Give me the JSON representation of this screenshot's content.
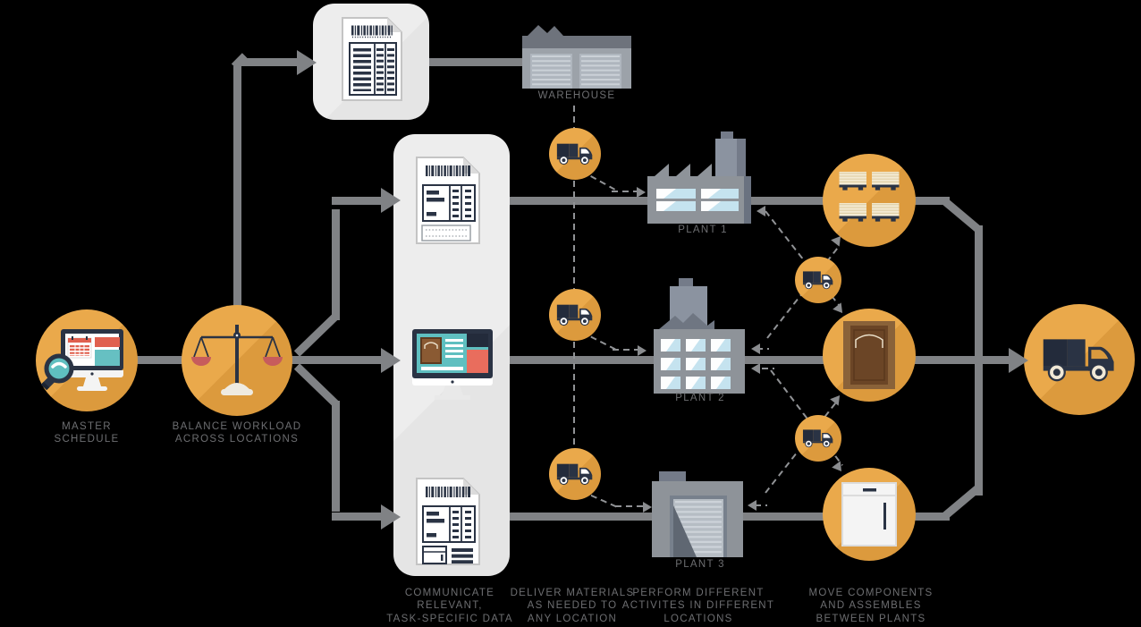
{
  "labels": {
    "master_schedule": "MASTER\nSCHEDULE",
    "balance_workload": "BALANCE WORKLOAD\nACROSS LOCATIONS",
    "warehouse": "WAREHOUSE",
    "plant_1": "PLANT 1",
    "plant_2": "PLANT 2",
    "plant_3": "PLANT 3",
    "communicate": "COMMUNICATE\nRELEVANT,\nTASK-SPECIFIC DATA",
    "deliver": "DELIVER MATERIALS\nAS NEEDED TO\nANY LOCATION",
    "perform": "PERFORM DIFFERENT\nACTIVITES IN DIFFERENT\nLOCATIONS",
    "move": "MOVE COMPONENTS\nAND ASSEMBLES\nBETWEEN PLANTS"
  },
  "icons": {
    "master_schedule": "monitor-magnifier-icon",
    "balance_workload": "balance-scale-icon",
    "top_document": "inventory-document-icon",
    "warehouse": "warehouse-building-icon",
    "task_document_top": "task-document-icon",
    "communication_monitor": "product-monitor-icon",
    "task_document_bottom": "task-document-icon",
    "delivery_trucks": "truck-icon",
    "plant_1": "factory-sawtooth-icon",
    "plant_2": "factory-tower-icon",
    "plant_3": "factory-garage-icon",
    "pallets": "pallet-stacks-icon",
    "cabinet": "cabinet-door-icon",
    "appliance": "appliance-icon",
    "transfer_trucks": "truck-icon",
    "outbound_truck": "truck-icon"
  },
  "colors": {
    "background": "#000000",
    "accent_orange": "#E9A848",
    "accent_orange_shadow": "#DC9A3D",
    "navy": "#2A3344",
    "connector_gray": "#808285",
    "dashed_gray": "#909295",
    "label_gray": "#6D6E71",
    "panel_gray": "#ECECEC",
    "building_gray": "#8E9399",
    "window_blue": "#C5E3EF",
    "calendar_red": "#E0604F",
    "teal": "#5FBFC0",
    "salmon": "#E96D5D",
    "wood_brown": "#6B4526",
    "pallet_cream": "#F4EBD3"
  }
}
